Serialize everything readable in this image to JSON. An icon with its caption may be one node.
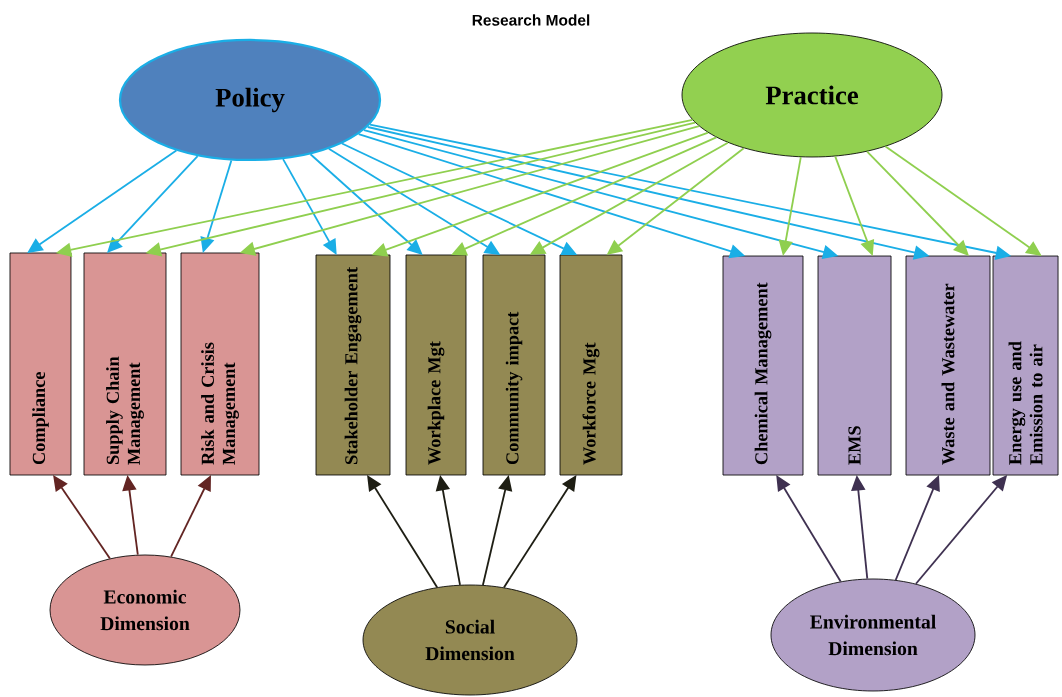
{
  "diagram": {
    "title": "Research Model",
    "nodes": [
      {
        "text": [
          "Policy"
        ]
      },
      {
        "text": [
          "Practice"
        ]
      },
      {
        "text": [
          "Compliance"
        ]
      },
      {
        "text": [
          "Supply Chain Management"
        ]
      },
      {
        "text": [
          "Risk and Crisis Management"
        ]
      },
      {
        "text": [
          "Stakeholder Engagement"
        ]
      },
      {
        "text": [
          "Workplace Mgt"
        ]
      },
      {
        "text": [
          "Community impact"
        ]
      },
      {
        "text": [
          "Workforce Mgt"
        ]
      },
      {
        "text": [
          "Chemical Management"
        ]
      },
      {
        "text": [
          "EMS"
        ]
      },
      {
        "text": [
          "Waste and Wastewater"
        ]
      },
      {
        "text": [
          "Energy use and Emission to air"
        ]
      },
      {
        "text": [
          "Economic Dimension"
        ]
      },
      {
        "text": [
          "Social Dimension"
        ]
      },
      {
        "text": [
          "Environmental Dimension"
        ]
      }
    ],
    "edges": [
      {
        "from": 0,
        "to": 2,
        "arrow": "to",
        "color": "#1aaee6"
      },
      {
        "from": 0,
        "to": 3,
        "arrow": "to",
        "color": "#1aaee6"
      },
      {
        "from": 0,
        "to": 4,
        "arrow": "to",
        "color": "#1aaee6"
      },
      {
        "from": 0,
        "to": 5,
        "arrow": "to",
        "color": "#1aaee6"
      },
      {
        "from": 0,
        "to": 6,
        "arrow": "to",
        "color": "#1aaee6"
      },
      {
        "from": 0,
        "to": 7,
        "arrow": "to",
        "color": "#1aaee6"
      },
      {
        "from": 0,
        "to": 8,
        "arrow": "to",
        "color": "#1aaee6"
      },
      {
        "from": 0,
        "to": 9,
        "arrow": "to",
        "color": "#1aaee6"
      },
      {
        "from": 0,
        "to": 10,
        "arrow": "to",
        "color": "#1aaee6"
      },
      {
        "from": 0,
        "to": 11,
        "arrow": "to",
        "color": "#1aaee6"
      },
      {
        "from": 0,
        "to": 12,
        "arrow": "to",
        "color": "#1aaee6"
      },
      {
        "from": 1,
        "to": 2,
        "arrow": "to",
        "color": "#8fcf4f"
      },
      {
        "from": 1,
        "to": 3,
        "arrow": "to",
        "color": "#8fcf4f"
      },
      {
        "from": 1,
        "to": 4,
        "arrow": "to",
        "color": "#8fcf4f"
      },
      {
        "from": 1,
        "to": 5,
        "arrow": "to",
        "color": "#8fcf4f"
      },
      {
        "from": 1,
        "to": 6,
        "arrow": "to",
        "color": "#8fcf4f"
      },
      {
        "from": 1,
        "to": 7,
        "arrow": "to",
        "color": "#8fcf4f"
      },
      {
        "from": 1,
        "to": 8,
        "arrow": "to",
        "color": "#8fcf4f"
      },
      {
        "from": 1,
        "to": 9,
        "arrow": "to",
        "color": "#8fcf4f"
      },
      {
        "from": 1,
        "to": 10,
        "arrow": "to",
        "color": "#8fcf4f"
      },
      {
        "from": 1,
        "to": 11,
        "arrow": "to",
        "color": "#8fcf4f"
      },
      {
        "from": 1,
        "to": 12,
        "arrow": "to",
        "color": "#8fcf4f"
      },
      {
        "from": 13,
        "to": 2,
        "arrow": "to",
        "color": "#632523"
      },
      {
        "from": 13,
        "to": 3,
        "arrow": "to",
        "color": "#632523"
      },
      {
        "from": 13,
        "to": 4,
        "arrow": "to",
        "color": "#632523"
      },
      {
        "from": 14,
        "to": 5,
        "arrow": "to",
        "color": "#1e1e14"
      },
      {
        "from": 14,
        "to": 6,
        "arrow": "to",
        "color": "#1e1e14"
      },
      {
        "from": 14,
        "to": 7,
        "arrow": "to",
        "color": "#1e1e14"
      },
      {
        "from": 14,
        "to": 8,
        "arrow": "to",
        "color": "#1e1e14"
      },
      {
        "from": 15,
        "to": 9,
        "arrow": "to",
        "color": "#3f3151"
      },
      {
        "from": 15,
        "to": 10,
        "arrow": "to",
        "color": "#3f3151"
      },
      {
        "from": 15,
        "to": 11,
        "arrow": "to",
        "color": "#3f3151"
      },
      {
        "from": 15,
        "to": 12,
        "arrow": "to",
        "color": "#3f3151"
      }
    ]
  }
}
